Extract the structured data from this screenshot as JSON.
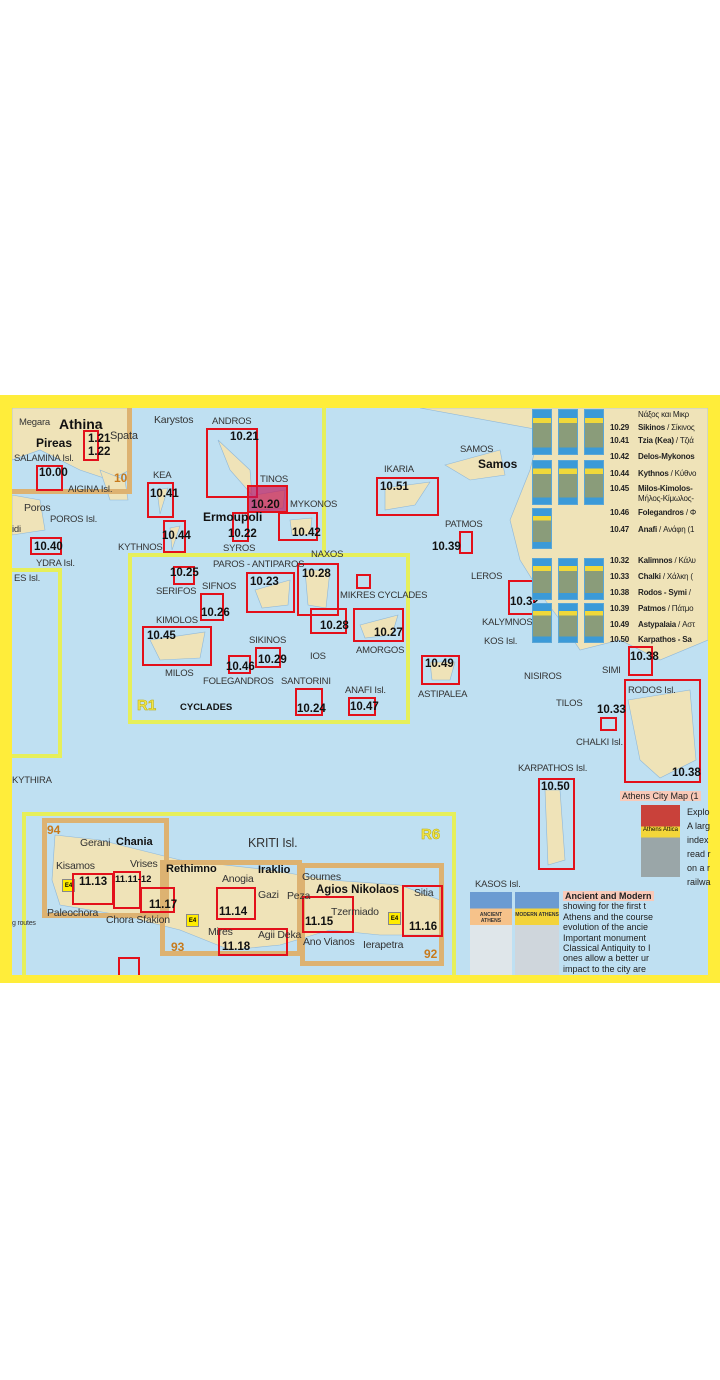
{
  "places": [
    "Megara",
    "Athina",
    "Pireas",
    "Spata",
    "Karystos",
    "SALAMINA Isl.",
    "AIGINA Isl.",
    "Poros",
    "POROS Isl.",
    "idi",
    "YDRA Isl.",
    "ES Isl.",
    "ANDROS",
    "TINOS",
    "MYKONOS",
    "Ermoupoli",
    "SYROS",
    "KEA",
    "KYTHNOS",
    "SERIFOS",
    "SIFNOS",
    "PAROS - ANTIPAROS",
    "NAXOS",
    "MIKRES CYCLADES",
    "KIMOLOS",
    "MILOS",
    "FOLEGANDROS",
    "SIKINOS",
    "IOS",
    "SANTORINI",
    "ANAFI Isl.",
    "AMORGOS",
    "CYCLADES",
    "SAMOS",
    "Samos",
    "IKARIA",
    "PATMOS",
    "LEROS",
    "KALYMNOS",
    "KOS Isl.",
    "ASTIPALEA",
    "NISIROS",
    "TILOS",
    "SIMI",
    "RODOS Isl.",
    "CHALKI Isl.",
    "KARPATHOS Isl.",
    "KASOS Isl.",
    "KYTHIRA",
    "g routes",
    "KRITI Isl.",
    "Gerani",
    "Chania",
    "Kisamos",
    "Vrises",
    "Paleochora",
    "Chora Sfakion",
    "Rethimno",
    "Anogia",
    "Iraklio",
    "Gournes",
    "Gazi",
    "Peza",
    "Agios Nikolaos",
    "Tzermiado",
    "Sitia",
    "Mires",
    "Agii Deka",
    "Ano Vianos",
    "Ierapetra"
  ],
  "boxes": [
    "1.21",
    "1.22",
    "10.00",
    "10.40",
    "10.21",
    "10.20",
    "10.42",
    "10.22",
    "10.41",
    "10.44",
    "10.25",
    "10.26",
    "10.23",
    "10.28",
    "10.28",
    "10.45",
    "10.46",
    "10.29",
    "10.24",
    "10.47",
    "10.27",
    "10.51",
    "10.39",
    "10.32",
    "10.49",
    "10.38",
    "10.38",
    "10.33",
    "10.50",
    "11.13",
    "11.11-12",
    "11.17",
    "11.14",
    "11.18",
    "11.15",
    "11.16"
  ],
  "regions": {
    "r1": "R1",
    "r6": "R6",
    "n10": "10",
    "n94": "94",
    "n93": "93",
    "n92": "92",
    "e4": "E4"
  },
  "selected_sheet": "10.20",
  "index": {
    "top_partial": "Νάξος και Μικρ",
    "rows": [
      {
        "code": "10.29",
        "name": "Sikinos",
        "greek": " / Σίκινος"
      },
      {
        "code": "10.41",
        "name": "Tzia (Kea)",
        "greek": " / Τζιά"
      },
      {
        "code": "10.42",
        "name": "Delos-Mykonos",
        "greek": ""
      },
      {
        "code": "10.44",
        "name": "Kythnos",
        "greek": " / Κύθνο"
      },
      {
        "code": "10.45",
        "name": "Milos-Kimolos-",
        "greek": ""
      },
      {
        "code": "",
        "name": "",
        "greek": "Μήλος-Κίμωλος-"
      },
      {
        "code": "10.46",
        "name": "Folegandros",
        "greek": " / Φ"
      },
      {
        "code": "10.47",
        "name": "Anafi",
        "greek": " / Ανάφη (1"
      },
      {
        "code": "10.32",
        "name": "Kalimnos",
        "greek": " / Κάλυ"
      },
      {
        "code": "10.33",
        "name": "Chalki",
        "greek": " / Χάλκη ("
      },
      {
        "code": "10.38",
        "name": "Rodos - Symi",
        "greek": " /"
      },
      {
        "code": "10.39",
        "name": "Patmos",
        "greek": " / Πάτμο"
      },
      {
        "code": "10.49",
        "name": "Astypalaia",
        "greek": " / Αστ"
      },
      {
        "code": "10.50",
        "name": "Karpathos - Sa",
        "greek": ""
      }
    ]
  },
  "athens_city": {
    "title": "Athens City Map (1",
    "cover": "Athens Attica",
    "lines": [
      "Explo",
      "A larg",
      "index",
      "read r",
      "on a r",
      "railwa"
    ]
  },
  "ancient_modern": {
    "title": "Ancient and Modern",
    "covers": [
      "ANCIENT ATHENS",
      "MODERN ATHENS"
    ],
    "lines": [
      "showing for the first t",
      "Athens and the course",
      "evolution of the ancie",
      "Important monument",
      "Classical Antiquity to I",
      "ones allow a better ur",
      "impact to the city are"
    ]
  },
  "colors": {
    "frame": "#ffed3a",
    "sea": "#bfe0f2",
    "box": "#e3101b",
    "selected": "#c2185b",
    "region": "#e6ef5a",
    "sheet": "#ddb271"
  }
}
